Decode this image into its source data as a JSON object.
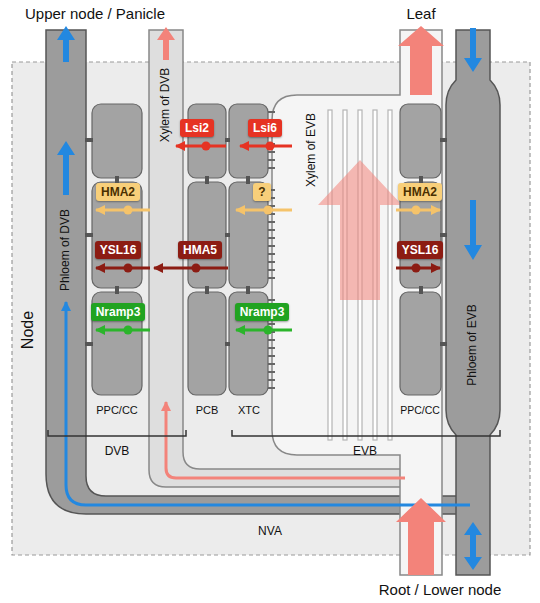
{
  "diagram": {
    "nodes": [
      {
        "text": [
          "Lsi2"
        ]
      },
      {
        "text": [
          "Lsi6"
        ]
      },
      {
        "text": [
          "HMA2"
        ]
      },
      {
        "text": [
          "?"
        ]
      },
      {
        "text": [
          "HMA2"
        ]
      },
      {
        "text": [
          "YSL16"
        ]
      },
      {
        "text": [
          "HMA5"
        ]
      },
      {
        "text": [
          "YSL16"
        ]
      },
      {
        "text": [
          "Nramp3"
        ]
      },
      {
        "text": [
          "Nramp3"
        ]
      }
    ],
    "labels": [
      "Upper node / Panicle",
      "Leaf",
      "Root / Lower node",
      "Node",
      "Phloem of DVB",
      "Xylem of DVB",
      "Xylem of EVB",
      "Phloem of EVB",
      "PPC/CC",
      "PCB",
      "XTC",
      "PPC/CC",
      "DVB",
      "EVB",
      "NVA"
    ]
  }
}
